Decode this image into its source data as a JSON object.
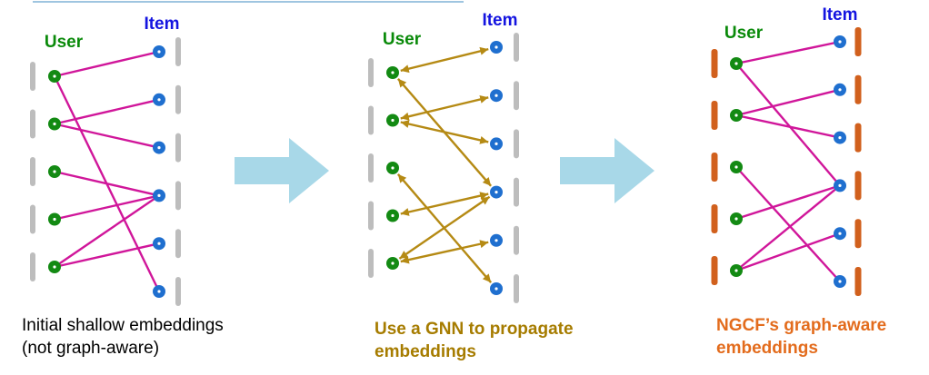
{
  "labels": {
    "user": "User",
    "item": "Item"
  },
  "panels": [
    {
      "id": "initial",
      "edge_style": "plain",
      "caption": [
        "Initial shallow embeddings",
        "(not graph-aware)"
      ],
      "caption_color": "#000000",
      "edges": [
        [
          0,
          0
        ],
        [
          0,
          5
        ],
        [
          1,
          1
        ],
        [
          1,
          2
        ],
        [
          2,
          3
        ],
        [
          3,
          3
        ],
        [
          4,
          3
        ],
        [
          4,
          4
        ]
      ]
    },
    {
      "id": "gnn",
      "edge_style": "bidirectional-arrows",
      "caption": [
        "Use a GNN to propagate",
        "embeddings"
      ],
      "caption_color": "#a67c00",
      "edges": [
        [
          0,
          0
        ],
        [
          0,
          3
        ],
        [
          1,
          1
        ],
        [
          1,
          2
        ],
        [
          2,
          5
        ],
        [
          3,
          3
        ],
        [
          4,
          3
        ],
        [
          4,
          4
        ]
      ]
    },
    {
      "id": "ngcf",
      "edge_style": "plain",
      "caption": [
        "NGCF’s graph-aware",
        "embeddings"
      ],
      "caption_color": "#e36c1d",
      "edges": [
        [
          0,
          0
        ],
        [
          0,
          3
        ],
        [
          1,
          1
        ],
        [
          1,
          2
        ],
        [
          2,
          5
        ],
        [
          3,
          3
        ],
        [
          4,
          3
        ],
        [
          4,
          4
        ]
      ]
    }
  ],
  "colors": {
    "user_label": "#0a8a0a",
    "item_label": "#1414e0",
    "user_node": "#138a13",
    "item_node": "#1f6fcf",
    "edge_initial": "#d0169a",
    "edge_gnn": "#b58a14",
    "edge_ngcf": "#d0169a",
    "embedding_gray": "#bdbdbd",
    "embedding_orange": "#d1601d",
    "arrow": "#a8d8e8"
  }
}
